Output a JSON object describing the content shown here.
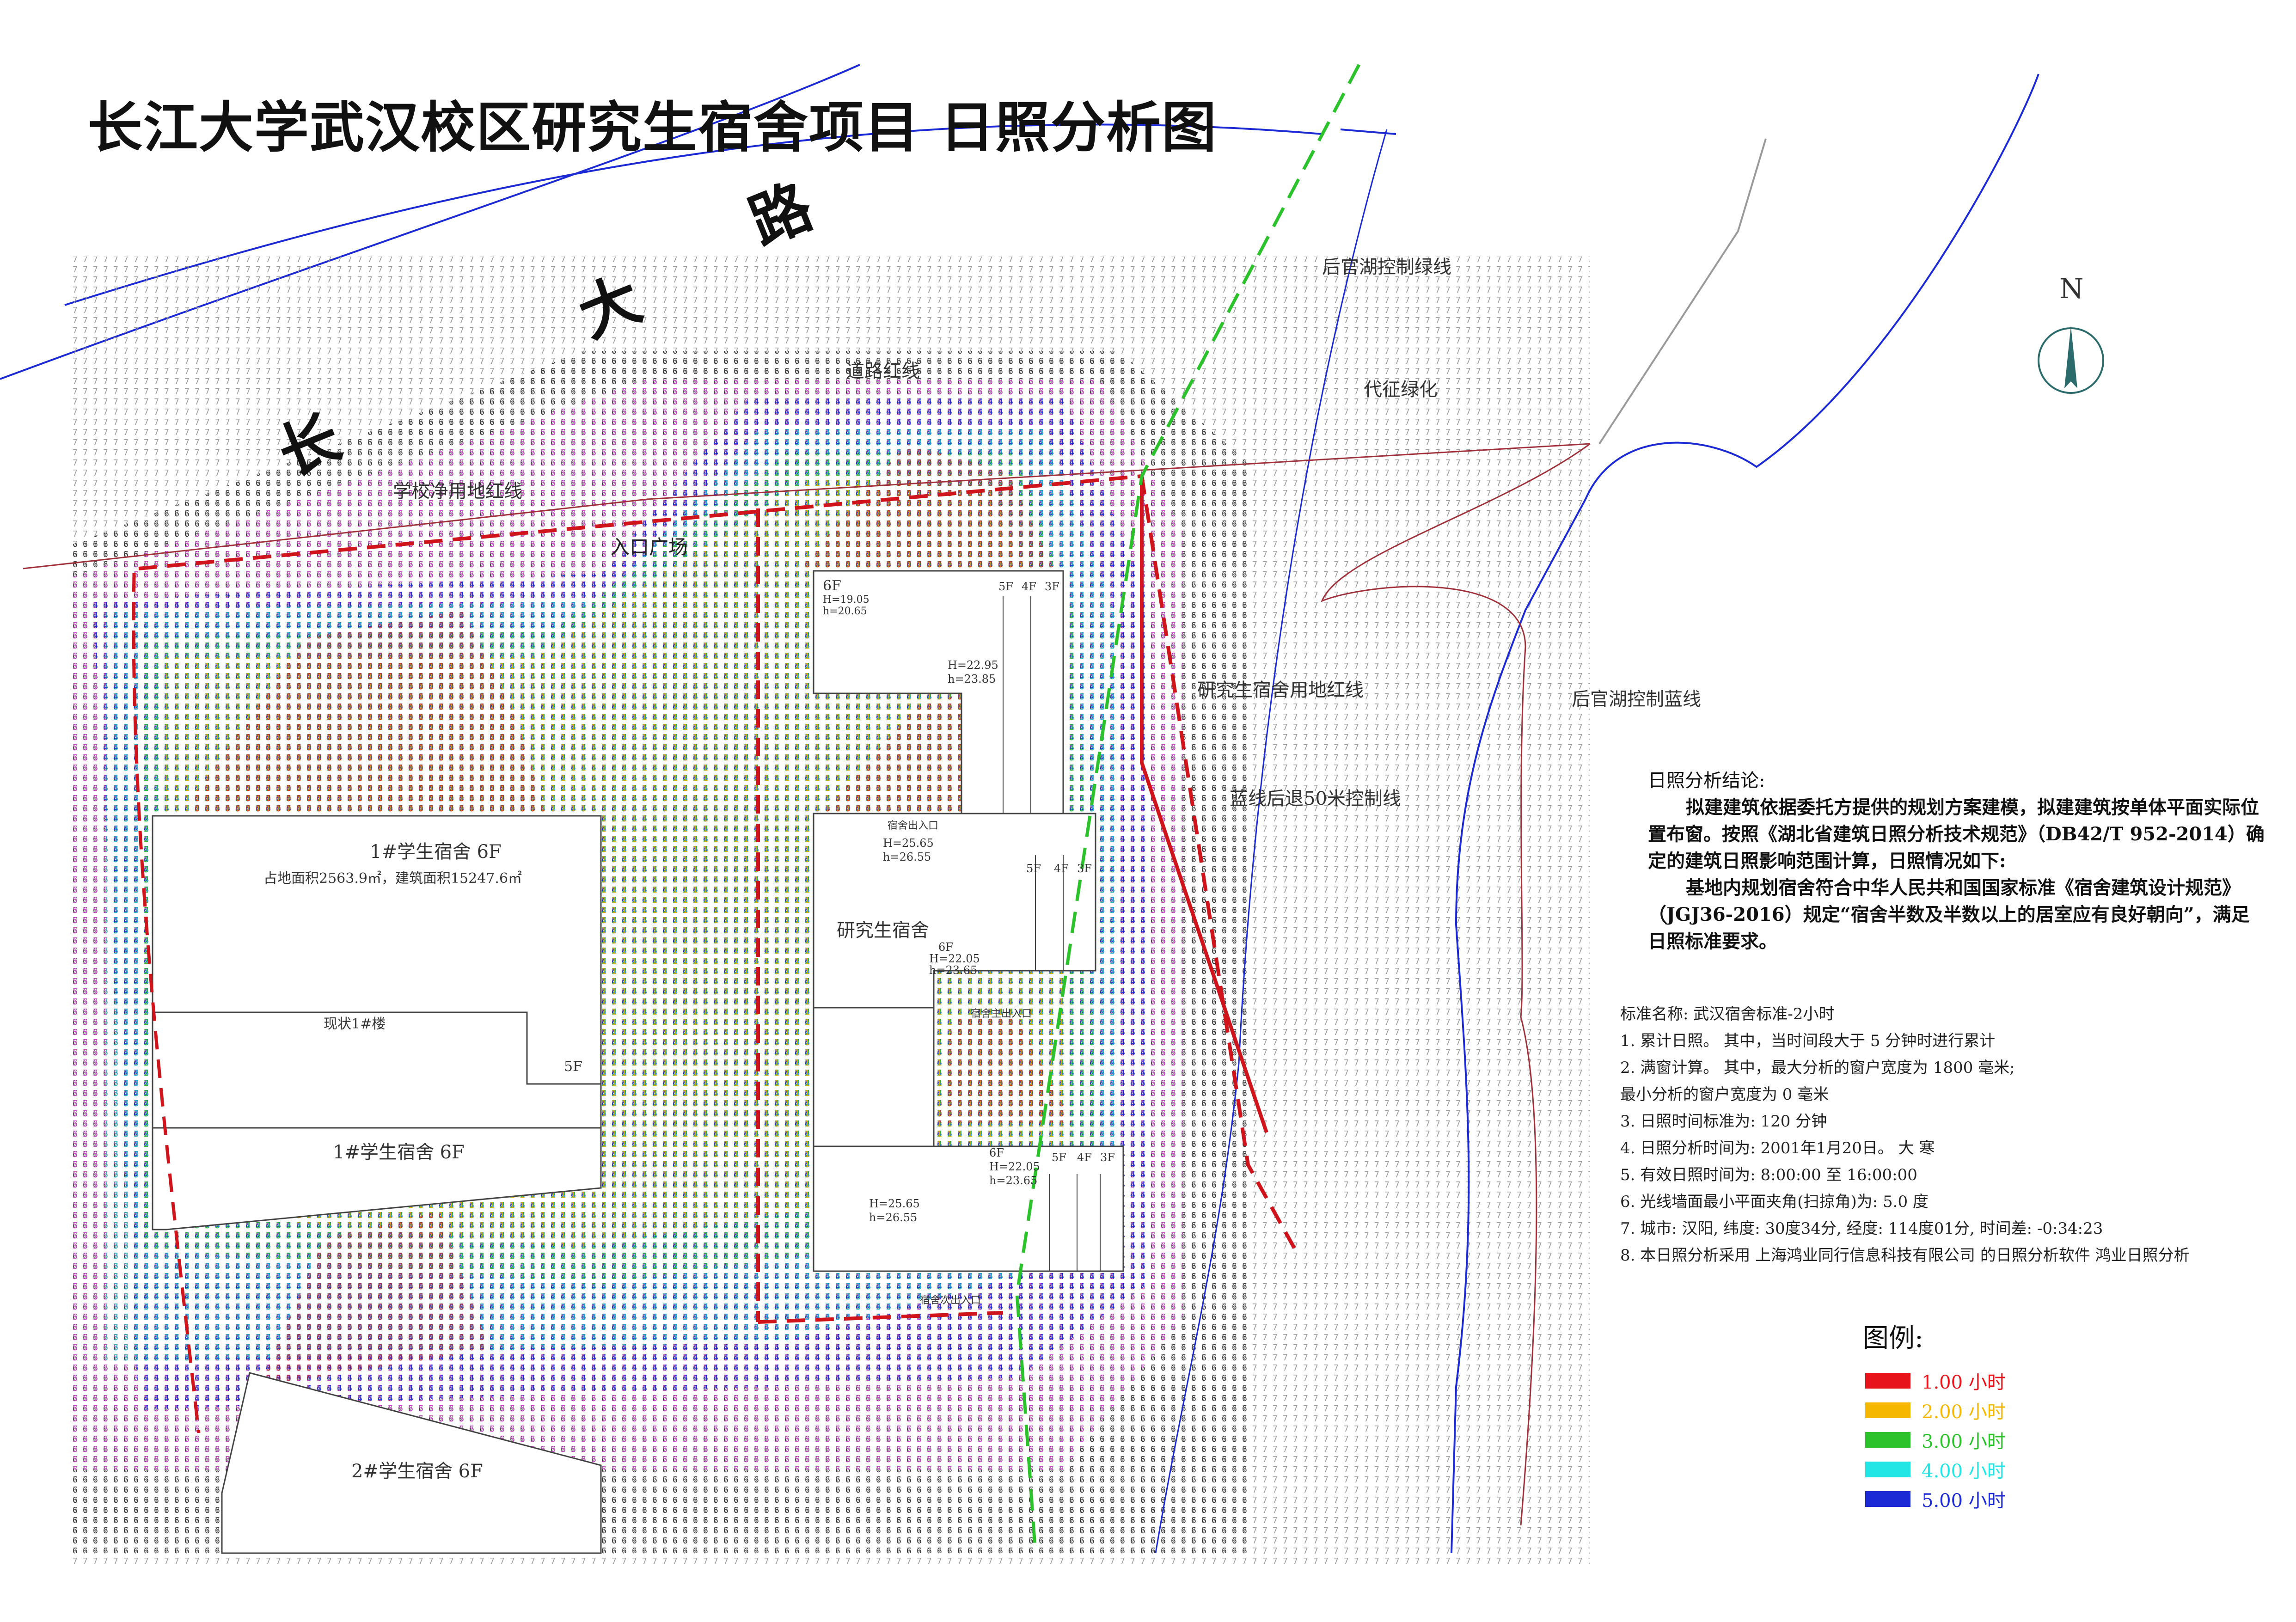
{
  "title": "长江大学武汉校区研究生宿舍项目   日照分析图",
  "road": {
    "c1": "长",
    "c2": "大",
    "c3": "路"
  },
  "north_label": "N",
  "labels": {
    "houguanhu_green": "后官湖控制绿线",
    "dazhi_red": "道路红线",
    "school_red": "学校净用地红线",
    "entry_plaza": "入口广场",
    "daizheng_green": "代征绿化",
    "grad_red": "研究生宿舍用地红线",
    "blue_50": "蓝线后退50米控制线",
    "houguanhu_blue": "后官湖控制蓝线"
  },
  "buildings": {
    "b1_name": "1#学生宿舍 6F",
    "b1_area": "占地面积2563.9㎡，建筑面积15247.6㎡",
    "b1_name2": "1#学生宿舍 6F",
    "b1_5f": "5F",
    "b2_name": "2#学生宿舍 6F",
    "existing": "现状1#楼",
    "grad": "研究生宿舍",
    "f6": "6F",
    "f5": "5F",
    "f4": "4F",
    "f3": "3F",
    "h1": "H=19.05",
    "h2": "h=20.65",
    "h3": "H=22.95",
    "h4": "h=23.85",
    "h5": "H=25.65",
    "h6": "h=26.55",
    "h7": "H=22.05",
    "h8": "h=23.65",
    "ent1": "宿舍出入口",
    "ent2": "宿舍主出入口",
    "ent3": "宿舍次出入口"
  },
  "conclusion": {
    "heading": "日照分析结论:",
    "p1": "拟建建筑依据委托方提供的规划方案建模，拟建建筑按单体平面实际位置布窗。按照《湖北省建筑日照分析技术规范》（DB42/T 952-2014）确定的建筑日照影响范围计算，日照情况如下:",
    "p2": "基地内规划宿舍符合中华人民共和国国家标准《宿舍建筑设计规范》（JGJ36-2016）规定“宿舍半数及半数以上的居室应有良好朝向”，满足日照标准要求。"
  },
  "params": {
    "std": "标准名称:    武汉宿舍标准-2小时",
    "i1": "1. 累计日照。 其中，当时间段大于  5   分钟时进行累计",
    "i2": "2. 满窗计算。 其中，最大分析的窗户宽度为   1800   毫米;",
    "i2b": "                      最小分析的窗户宽度为   0   毫米",
    "i3": "3. 日照时间标准为:    120   分钟",
    "i4": "4. 日照分析时间为: 2001年1月20日。  大   寒",
    "i5": "5. 有效日照时间为: 8:00:00   至   16:00:00",
    "i6": "6. 光线墙面最小平面夹角(扫掠角)为:   5.0   度",
    "i7": "7. 城市: 汉阳, 纬度: 30度34分, 经度: 114度01分, 时间差: -0:34:23",
    "i8": "8. 本日照分析采用   上海鸿业同行信息科技有限公司 的日照分析软件   鸿业日照分析"
  },
  "legend": {
    "title": "图例:",
    "items": [
      {
        "label": "1.00  小时",
        "color": "#e8141c"
      },
      {
        "label": "2.00  小时",
        "color": "#f5b700"
      },
      {
        "label": "3.00  小时",
        "color": "#2cc22c"
      },
      {
        "label": "4.00  小时",
        "color": "#22e6e6"
      },
      {
        "label": "5.00  小时",
        "color": "#1c2ad6"
      }
    ]
  },
  "colors": {
    "grid": "#9a9a9a",
    "hour7": "#333333",
    "hour6": "#3a3a3a",
    "hour5": "#d23cd2",
    "hour4": "#1c2ad6",
    "hour3": "#22e6e6",
    "hour2": "#2cc22c",
    "hour1": "#f5b700",
    "hour0": "#d23030",
    "redline": "#d0141c",
    "greenline": "#2cc22c",
    "blueline": "#1c2ad6",
    "brownline": "#a0303a"
  }
}
